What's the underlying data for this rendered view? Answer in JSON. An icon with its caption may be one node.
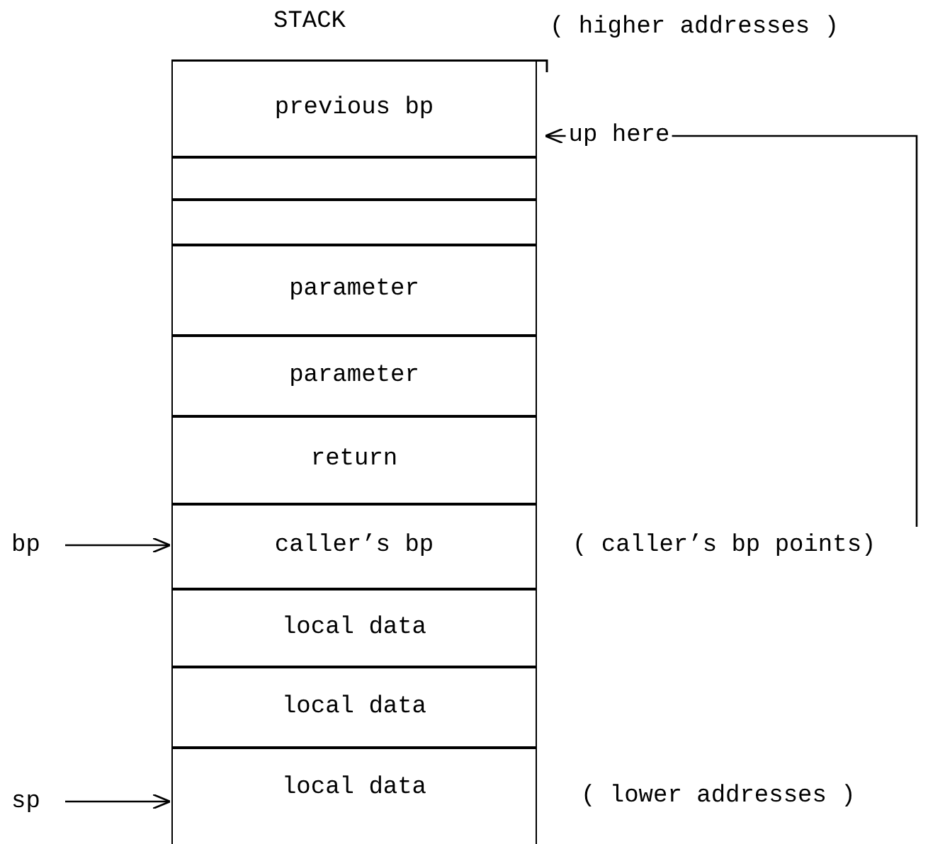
{
  "diagram": {
    "title": "STACK",
    "nodes": [
      {
        "text": [
          "previous bp"
        ]
      },
      {
        "text": [],
        "shape": "box"
      },
      {
        "text": [],
        "shape": "box"
      },
      {
        "text": [
          "parameter"
        ]
      },
      {
        "text": [
          "parameter"
        ]
      },
      {
        "text": [
          "return"
        ]
      },
      {
        "text": [
          "caller’s bp"
        ]
      },
      {
        "text": [
          "local data"
        ]
      },
      {
        "text": [
          "local data"
        ]
      },
      {
        "text": [
          "local data"
        ]
      },
      {
        "text": [
          "bp"
        ]
      },
      {
        "text": [
          "sp"
        ]
      },
      {
        "text": [
          "( caller’s bp points)"
        ]
      }
    ],
    "edges": [
      {
        "from": 10,
        "to": 6,
        "arrow": "to"
      },
      {
        "from": 11,
        "to": 9,
        "arrow": "to"
      },
      {
        "from": 12,
        "to": 0,
        "arrow": "to",
        "label": "up here"
      }
    ],
    "labels": [
      "( higher addresses )",
      "( lower addresses )"
    ]
  }
}
